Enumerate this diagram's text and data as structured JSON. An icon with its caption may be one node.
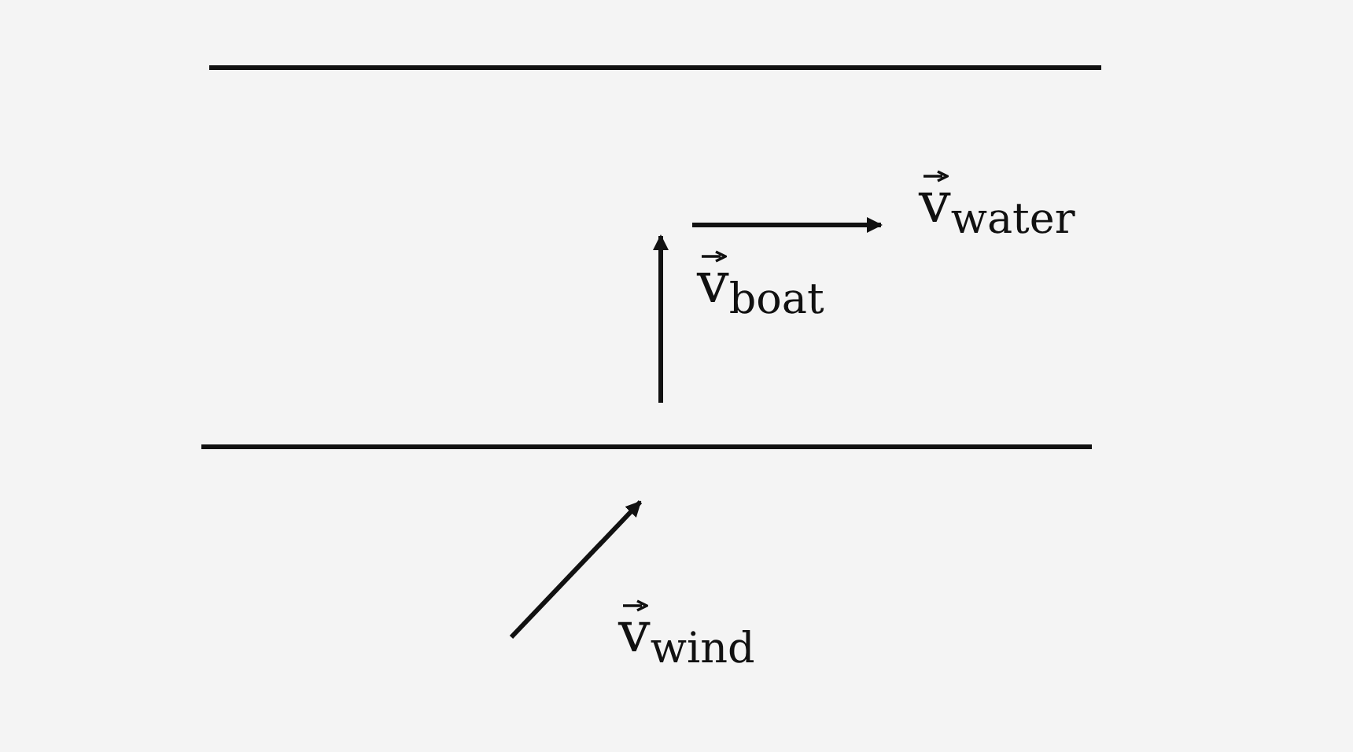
{
  "diagram": {
    "labels": [
      "v$_{water}$",
      "v$_{boat}$",
      "v$_{wind}$"
    ]
  }
}
